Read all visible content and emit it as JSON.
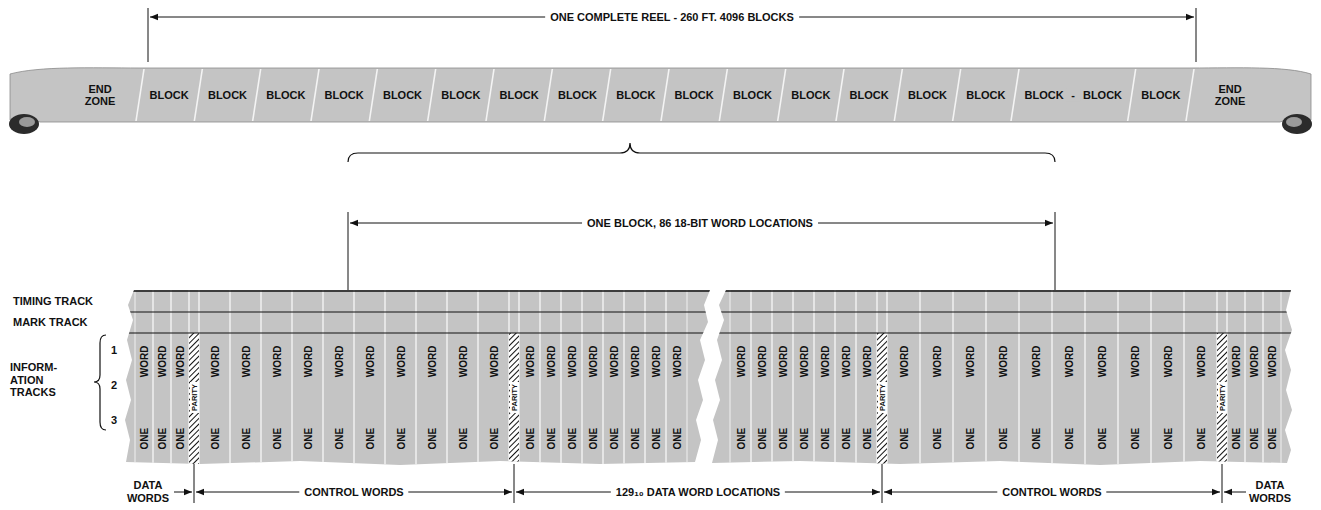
{
  "diagram": {
    "nodes": [
      {
        "text": [
          "END ZONE"
        ]
      },
      {
        "text": [
          "BLOCK"
        ]
      },
      {
        "text": [
          "BLOCK"
        ]
      },
      {
        "text": [
          "BLOCK"
        ]
      },
      {
        "text": [
          "BLOCK"
        ]
      },
      {
        "text": [
          "BLOCK"
        ]
      },
      {
        "text": [
          "BLOCK"
        ]
      },
      {
        "text": [
          "BLOCK"
        ]
      },
      {
        "text": [
          "BLOCK"
        ]
      },
      {
        "text": [
          "BLOCK"
        ]
      },
      {
        "text": [
          "BLOCK"
        ]
      },
      {
        "text": [
          "BLOCK"
        ]
      },
      {
        "text": [
          "BLOCK"
        ]
      },
      {
        "text": [
          "BLOCK"
        ]
      },
      {
        "text": [
          "BLOCK"
        ]
      },
      {
        "text": [
          "BLOCK"
        ]
      },
      {
        "text": [
          "BLOCK"
        ]
      },
      {
        "text": [
          "BLOCK"
        ]
      },
      {
        "text": [
          "BLOCK"
        ]
      },
      {
        "text": [
          "END ZONE"
        ]
      },
      {
        "text": [
          "ONE WORD"
        ]
      },
      {
        "text": [
          "ONE WORD"
        ]
      },
      {
        "text": [
          "ONE WORD"
        ]
      },
      {
        "text": [
          "PARITY"
        ]
      },
      {
        "text": [
          "ONE WORD"
        ]
      },
      {
        "text": [
          "ONE WORD"
        ]
      },
      {
        "text": [
          "ONE WORD"
        ]
      },
      {
        "text": [
          "ONE WORD"
        ]
      },
      {
        "text": [
          "ONE WORD"
        ]
      },
      {
        "text": [
          "ONE WORD"
        ]
      },
      {
        "text": [
          "ONE WORD"
        ]
      },
      {
        "text": [
          "ONE WORD"
        ]
      },
      {
        "text": [
          "ONE WORD"
        ]
      },
      {
        "text": [
          "ONE WORD"
        ]
      },
      {
        "text": [
          "PARITY"
        ]
      },
      {
        "text": [
          "ONE WORD"
        ]
      },
      {
        "text": [
          "ONE WORD"
        ]
      },
      {
        "text": [
          "ONE WORD"
        ]
      },
      {
        "text": [
          "ONE WORD"
        ]
      },
      {
        "text": [
          "ONE WORD"
        ]
      },
      {
        "text": [
          "ONE WORD"
        ]
      },
      {
        "text": [
          "ONE WORD"
        ]
      },
      {
        "text": [
          "ONE WORD"
        ]
      },
      {
        "text": [
          "ONE WORD"
        ]
      },
      {
        "text": [
          "ONE WORD"
        ]
      },
      {
        "text": [
          "ONE WORD"
        ]
      },
      {
        "text": [
          "ONE WORD"
        ]
      },
      {
        "text": [
          "ONE WORD"
        ]
      },
      {
        "text": [
          "ONE WORD"
        ]
      },
      {
        "text": [
          "ONE WORD"
        ]
      },
      {
        "text": [
          "PARITY"
        ]
      },
      {
        "text": [
          "ONE WORD"
        ]
      },
      {
        "text": [
          "ONE WORD"
        ]
      },
      {
        "text": [
          "ONE WORD"
        ]
      },
      {
        "text": [
          "ONE WORD"
        ]
      },
      {
        "text": [
          "ONE WORD"
        ]
      },
      {
        "text": [
          "ONE WORD"
        ]
      },
      {
        "text": [
          "ONE WORD"
        ]
      },
      {
        "text": [
          "ONE WORD"
        ]
      },
      {
        "text": [
          "ONE WORD"
        ]
      },
      {
        "text": [
          "ONE WORD"
        ]
      },
      {
        "text": [
          "PARITY"
        ]
      },
      {
        "text": [
          "ONE WORD"
        ]
      },
      {
        "text": [
          "ONE WORD"
        ]
      },
      {
        "text": [
          "ONE WORD"
        ]
      }
    ],
    "labels": [
      "ONE COMPLETE REEL - 260 FT. 4096 BLOCKS",
      "-",
      "ONE BLOCK, 86 18-BIT WORD LOCATIONS",
      "TIMING TRACK",
      "MARK TRACK",
      "INFORM- ATION TRACKS",
      "1",
      "2",
      "3",
      "DATA WORDS",
      "CONTROL WORDS",
      "129₁₀ DATA WORD LOCATIONS",
      "CONTROL WORDS",
      "DATA WORDS"
    ]
  }
}
